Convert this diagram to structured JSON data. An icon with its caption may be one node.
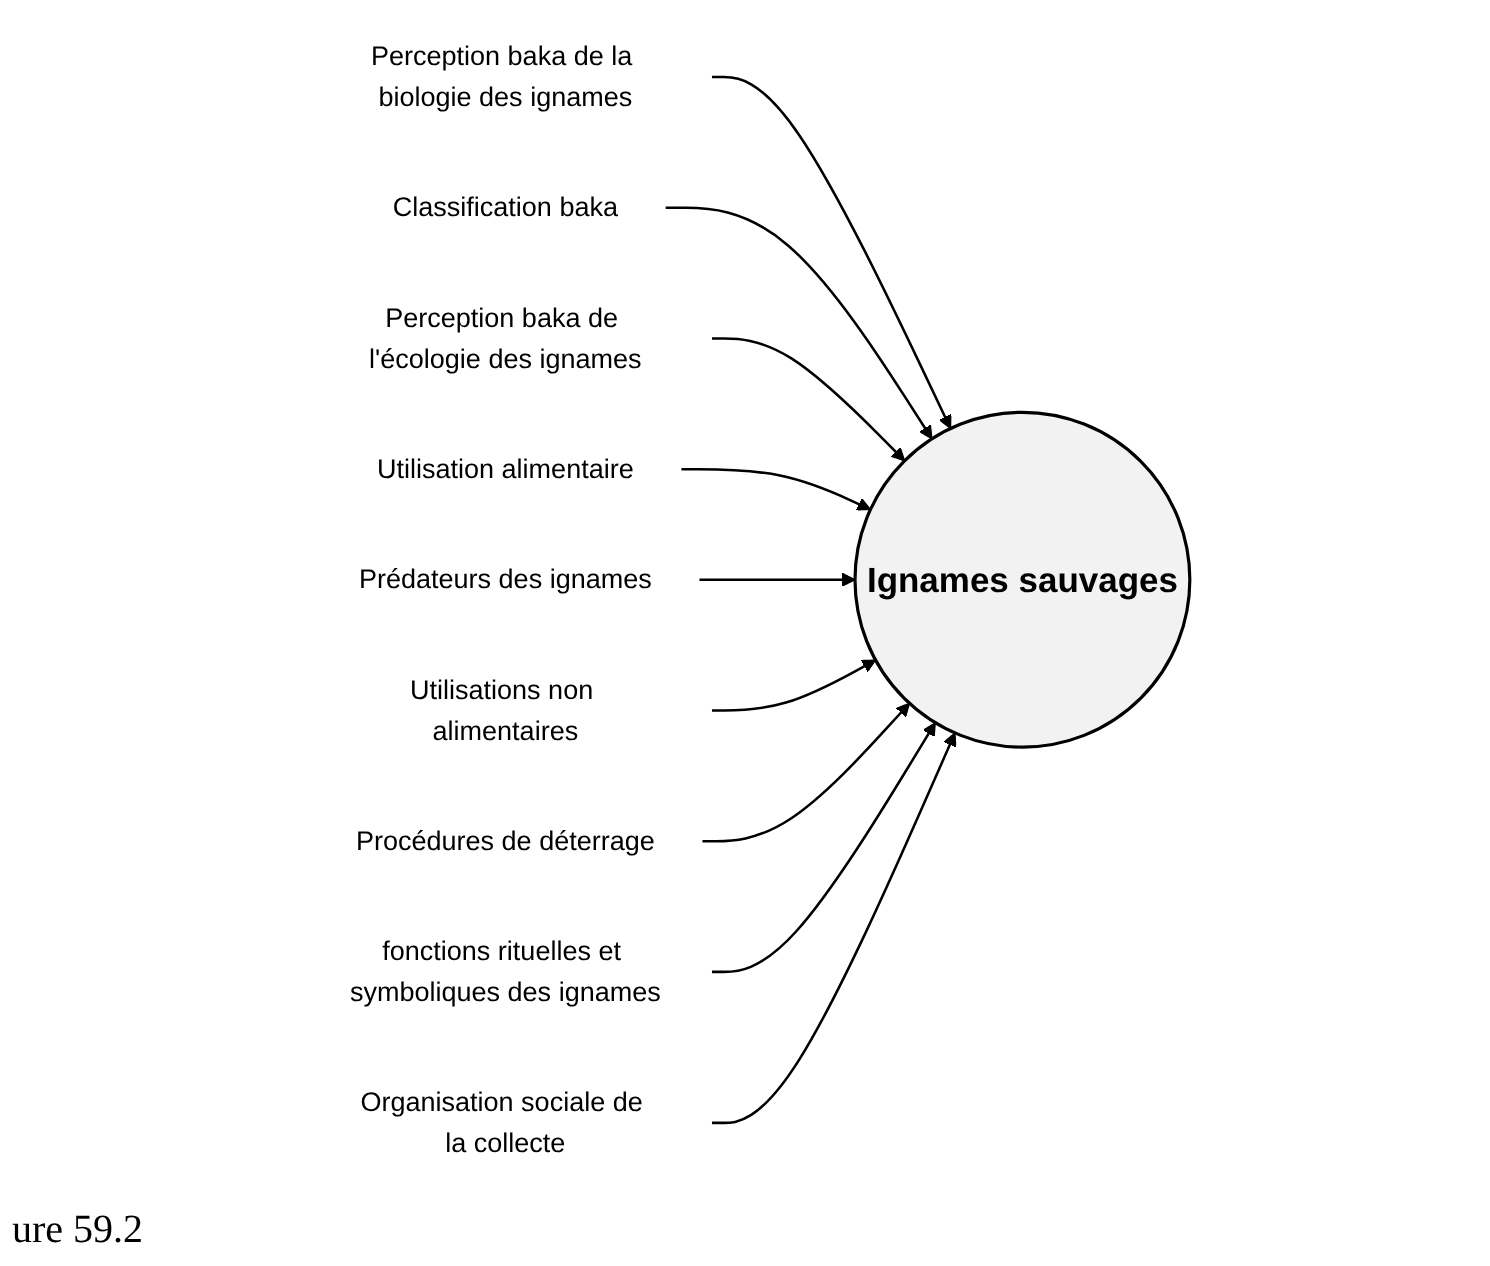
{
  "diagram": {
    "nodes": [
      {
        "text": [
          "Perception baka de la biologie des ignames"
        ]
      },
      {
        "text": [
          "Classification baka"
        ]
      },
      {
        "text": [
          "Perception baka de l'écologie des ignames"
        ]
      },
      {
        "text": [
          "Utilisation alimentaire"
        ]
      },
      {
        "text": [
          "Ignames sauvages"
        ]
      },
      {
        "text": [
          "Prédateurs des ignames"
        ]
      },
      {
        "text": [
          "Utilisations non alimentaires"
        ]
      },
      {
        "text": [
          "Procédures de déterrage"
        ]
      },
      {
        "text": [
          "fonctions rituelles et symboliques des ignames"
        ]
      },
      {
        "text": [
          "Organisation sociale de la collecte"
        ]
      }
    ],
    "edges": [
      {
        "from": 0,
        "to": 4,
        "arrow": "to"
      },
      {
        "from": 1,
        "to": 4,
        "arrow": "to"
      },
      {
        "from": 2,
        "to": 4,
        "arrow": "to"
      },
      {
        "from": 3,
        "to": 4,
        "arrow": "to"
      },
      {
        "from": 5,
        "to": 4,
        "arrow": "to"
      },
      {
        "from": 6,
        "to": 4,
        "arrow": "to"
      },
      {
        "from": 7,
        "to": 4,
        "arrow": "to"
      },
      {
        "from": 8,
        "to": 4,
        "arrow": "to"
      },
      {
        "from": 9,
        "to": 4,
        "arrow": "to"
      }
    ],
    "labels": [
      "ure 59.2"
    ]
  }
}
